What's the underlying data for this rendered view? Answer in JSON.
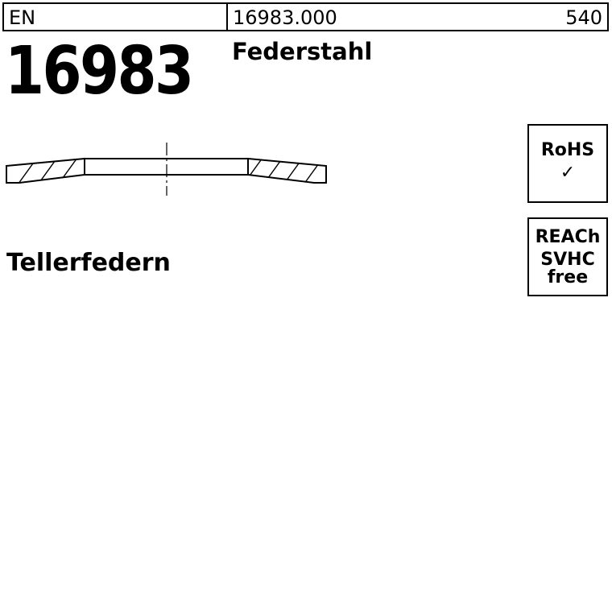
{
  "header": {
    "standard_prefix": "EN",
    "article_number": "16983.000",
    "page_number": "540"
  },
  "standard_number": "16983",
  "material": "Federstahl",
  "product_title": "Tellerfedern",
  "badges": {
    "rohs": {
      "label": "RoHS",
      "mark": "✓"
    },
    "reach": {
      "line1": "REACh",
      "line2": "SVHC",
      "line3": "free"
    }
  }
}
